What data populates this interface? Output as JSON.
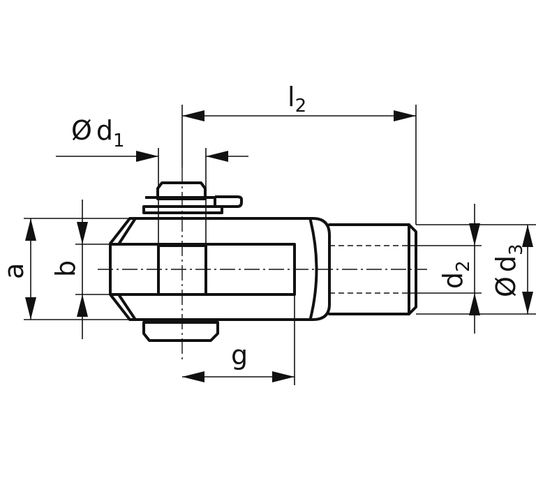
{
  "diagram": {
    "labels": {
      "l2": {
        "main": "l",
        "sub": "2"
      },
      "d1": {
        "prefix": "Ø",
        "main": "d",
        "sub": "1"
      },
      "a": {
        "main": "a"
      },
      "b": {
        "main": "b"
      },
      "g": {
        "main": "g"
      },
      "d2": {
        "main": "d",
        "sub": "2"
      },
      "d3": {
        "prefix": "Ø",
        "main": "d",
        "sub": "3"
      }
    }
  }
}
